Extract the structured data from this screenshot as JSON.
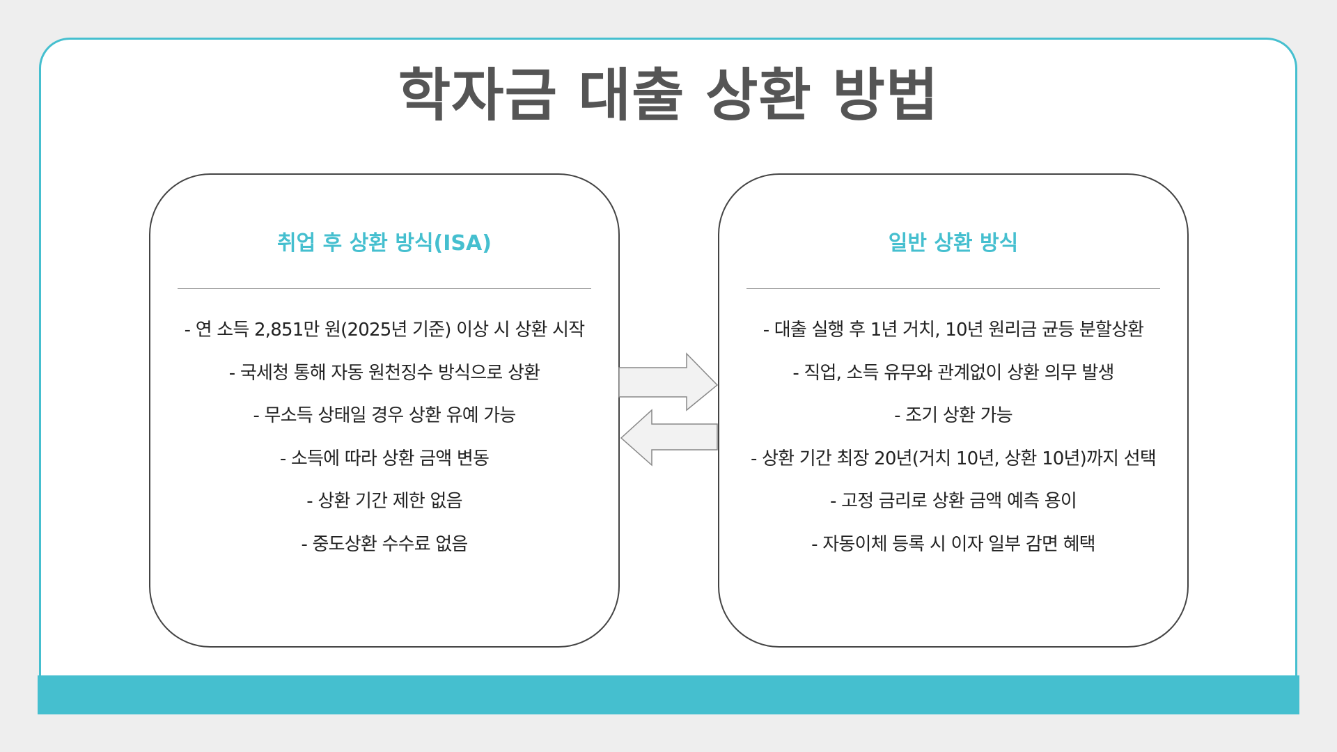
{
  "title": "학자금 대출 상환 방법",
  "left_card": {
    "heading": "취업 후 상환 방식(ISA)",
    "items": [
      "- 연 소득 2,851만 원(2025년 기준) 이상 시 상환 시작",
      "- 국세청 통해 자동 원천징수 방식으로 상환",
      "- 무소득 상태일 경우 상환 유예 가능",
      "- 소득에 따라 상환 금액 변동",
      "- 상환 기간 제한 없음",
      "- 중도상환 수수료 없음"
    ]
  },
  "right_card": {
    "heading": "일반 상환 방식",
    "items": [
      "- 대출 실행 후 1년 거치, 10년 원리금 균등 분할상환",
      "- 직업, 소득 유무와 관계없이 상환 의무 발생",
      "- 조기 상환 가능",
      "- 상환 기간 최장 20년(거치 10년, 상환 10년)까지 선택",
      "- 고정 금리로 상환 금액 예측 용이",
      "- 자동이체 등록 시 이자 일부 감면 혜택"
    ]
  },
  "colors": {
    "accent": "#45bfcf",
    "title": "#555555",
    "body_text": "#222222",
    "card_border": "#444444",
    "background": "#eeeeee"
  },
  "icons": {
    "exchange": "left-right-arrows-icon"
  }
}
